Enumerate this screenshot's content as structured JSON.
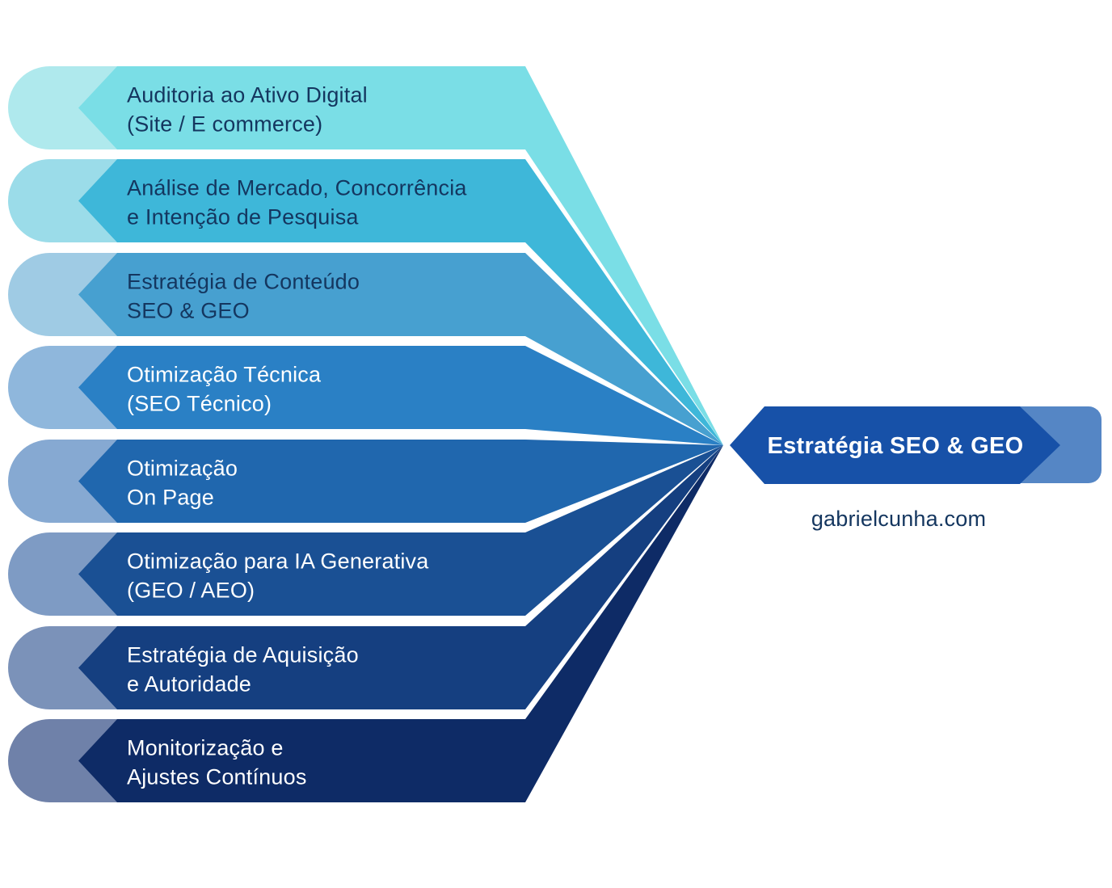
{
  "diagram_title": "SEO & GEO strategy convergence diagram",
  "rows": [
    {
      "lines": [
        "Auditoria ao Ativo Digital",
        "(Site / E commerce)"
      ],
      "color": "#7ADEE6",
      "cap_color": "#AFE9ED",
      "text_color": "#14365F"
    },
    {
      "lines": [
        "Análise de Mercado, Concorrência",
        "e Intenção de Pesquisa"
      ],
      "color": "#3EB7D9",
      "cap_color": "#9BDCE9",
      "text_color": "#14365F"
    },
    {
      "lines": [
        "Estratégia de Conteúdo",
        "SEO & GEO"
      ],
      "color": "#47A0D0",
      "cap_color": "#9FCBE4",
      "text_color": "#14365F"
    },
    {
      "lines": [
        "Otimização Técnica",
        "(SEO Técnico)"
      ],
      "color": "#2A80C5",
      "cap_color": "#8FB7DC",
      "text_color": "#FFFFFF"
    },
    {
      "lines": [
        "Otimização",
        "On Page"
      ],
      "color": "#2067AE",
      "cap_color": "#86A9D2",
      "text_color": "#FFFFFF"
    },
    {
      "lines": [
        "Otimização para IA Generativa",
        "(GEO / AEO)"
      ],
      "color": "#1A5094",
      "cap_color": "#7E9BC4",
      "text_color": "#FFFFFF"
    },
    {
      "lines": [
        "Estratégia de Aquisição",
        "e Autoridade"
      ],
      "color": "#153F80",
      "cap_color": "#7B92B9",
      "text_color": "#FFFFFF"
    },
    {
      "lines": [
        "Monitorização e",
        "Ajustes Contínuos"
      ],
      "color": "#0E2B66",
      "cap_color": "#6F81A9",
      "text_color": "#FFFFFF"
    }
  ],
  "center": {
    "label": "Estratégia SEO & GEO",
    "arrow_color": "#1751A8",
    "panel_color": "#5586C5",
    "label_color": "#FFFFFF"
  },
  "footer": {
    "site": "gabrielcunha.com",
    "color": "#14365F"
  }
}
